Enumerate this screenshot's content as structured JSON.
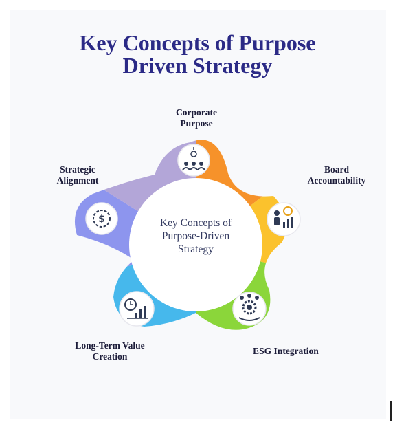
{
  "title": {
    "line1": "Key Concepts of Purpose",
    "line2": "Driven Strategy"
  },
  "center": {
    "line1": "Key Concepts of",
    "line2": "Purpose-Driven",
    "line3": "Strategy"
  },
  "concepts": [
    {
      "line1": "Corporate",
      "line2": "Purpose",
      "icon": "team-network-icon",
      "color": "#f6922a"
    },
    {
      "line1": "Board",
      "line2": "Accountability",
      "icon": "presenter-chart-icon",
      "color": "#fbc22d"
    },
    {
      "line1": "ESG Integration",
      "line2": "",
      "icon": "gear-people-icon",
      "color": "#8bd63a"
    },
    {
      "line1": "Long-Term Value",
      "line2": "Creation",
      "icon": "clock-growth-icon",
      "color": "#46b8ec"
    },
    {
      "line1": "Strategic",
      "line2": "Alignment",
      "icon": "dollar-target-icon",
      "color": "#8d95ee"
    }
  ]
}
